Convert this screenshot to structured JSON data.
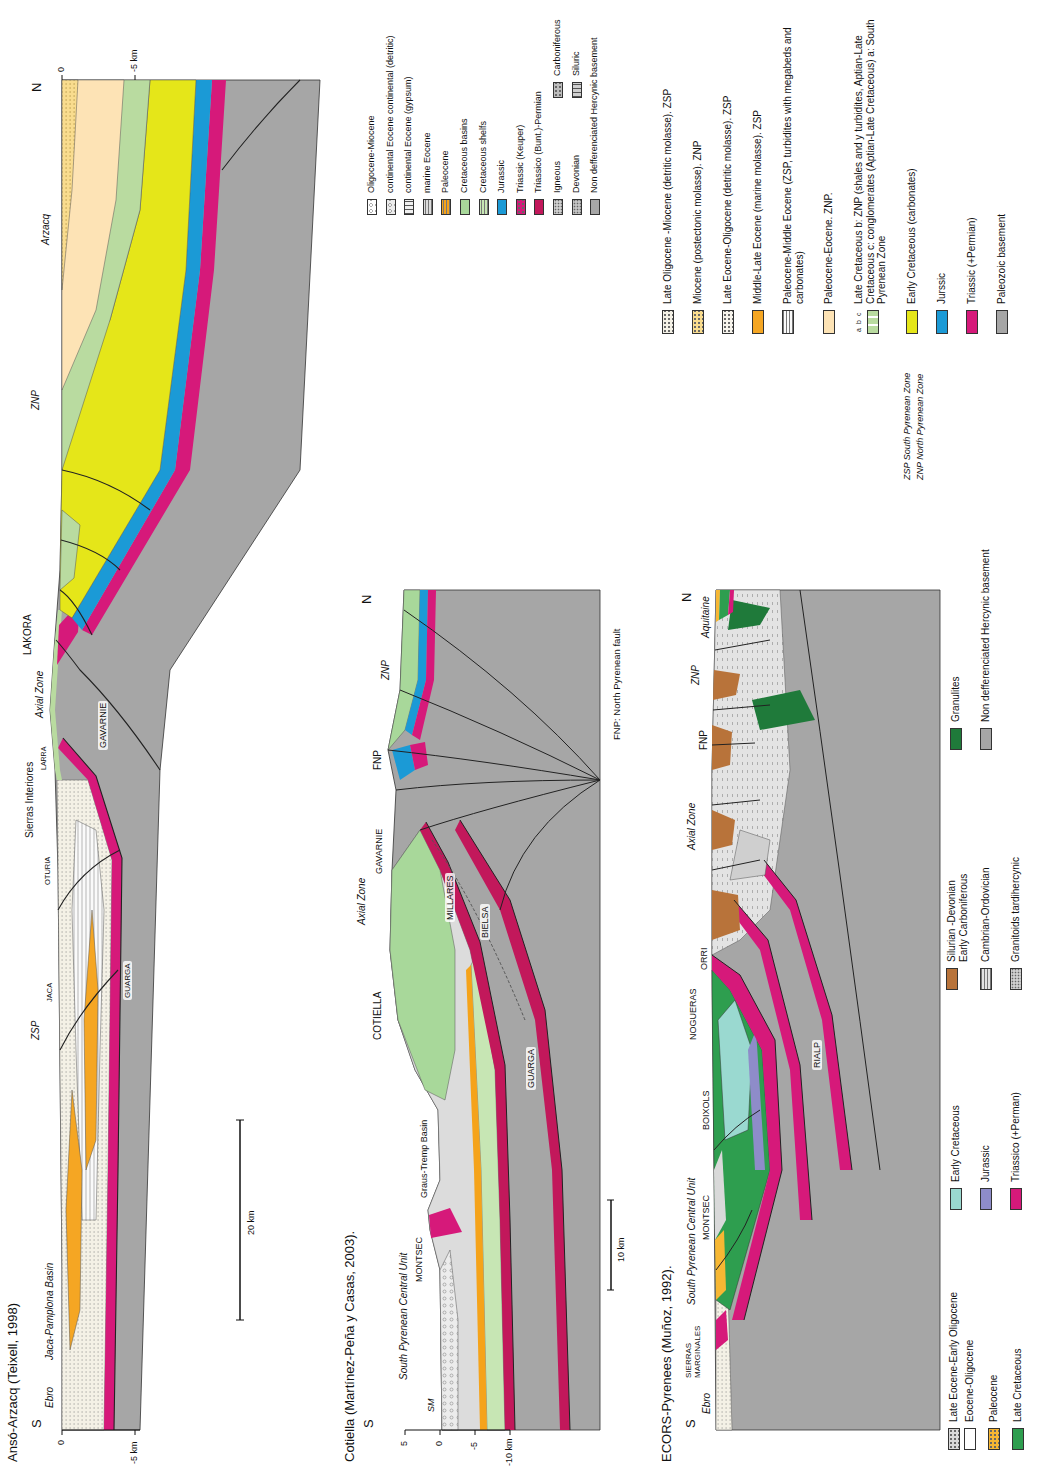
{
  "diagram": {
    "labels": [
      "Ansó-Arzacq (Teixell, 1998)",
      "S",
      "N",
      "Ebro",
      "Jaca-Pamplona Basin",
      "ZSP",
      "JACA",
      "GUARGA",
      "OTURIA",
      "Sierras Interiores",
      "LARRA",
      "Axial Zone",
      "LAKORA",
      "GAVARNIE",
      "ZNP",
      "Arzacq",
      "0",
      "-5 km",
      "0",
      "-5 km",
      "20 km",
      "Cotiella (Martínez-Peña y Casas, 2003).",
      "S",
      "5",
      "0",
      "-5",
      "-10 km",
      "SM",
      "South Pyrenean Central Unit",
      "MONTSEC",
      "Graus-Tremp Basin",
      "COTIELLA",
      "Axial Zone",
      "GAVARNIE",
      "MILLARES",
      "BIELSA",
      "GUARGA",
      "FNP",
      "ZNP",
      "N",
      "10 km",
      "FNP: North Pyrenean fault",
      "ECORS-Pyrenees (Muñoz, 1992).",
      "S",
      "Ebro",
      "SIERRAS MARGINALES",
      "South Pyrenean Central Unit",
      "MONTSEC",
      "BOIXOLS",
      "NOGUERAS",
      "ORRI",
      "RIALP",
      "Axial Zone",
      "FNP",
      "ZNP",
      "Aquitaine",
      "N",
      "ZSP South Pyrenean Zone",
      "ZNP North Pyrenean Zone",
      "a",
      "b",
      "c"
    ],
    "legend": [
      {
        "text": "Late Oligocene -Miocene (detritic molasse). ZSP",
        "color": "#f4f1e6"
      },
      {
        "text": "Miocene (postectonic molasse). ZNP",
        "color": "#f9dc8e"
      },
      {
        "text": "Late Eocene-Oligocene (detritic molasse). ZSP",
        "color": "#f7f4ec"
      },
      {
        "text": "Middle-Late Eocene (marine molasse). ZSP",
        "color": "#f5a623"
      },
      {
        "text": "Paleocene-Middle Eocene (ZSP, turbidites with megabeds and carbonates)",
        "color": "#fafafa"
      },
      {
        "text": "Paleocene-Eocene. ZNP.",
        "color": "#fde3b5"
      },
      {
        "text": "Late Cretaceous b: ZNP (shales and y turbidites, Aptian-Late Cretaceous c: conglomerates (Aptian-Late Cretaceous) a: South Pyrenean Zone",
        "color": "#b9dba0"
      },
      {
        "text": "Early Cretaceous (carbonates)",
        "color": "#e5e619"
      },
      {
        "text": "Jurssic",
        "color": "#1b9ad6"
      },
      {
        "text": "Triassic (+Permian)",
        "color": "#d6197a"
      },
      {
        "text": "Paleozoic basement",
        "color": "#a6a6a6"
      },
      {
        "text": "Oligocene-Miocene",
        "color": "#ffffff"
      },
      {
        "text": "continental Eocene continental (detritic)",
        "color": "#ececec"
      },
      {
        "text": "continental Eocene (gypsum)",
        "color": "#f0f0f0"
      },
      {
        "text": "marine Eocene",
        "color": "#dcdcdc"
      },
      {
        "text": "Paleocene",
        "color": "#f5a31a"
      },
      {
        "text": "Cretaceous basins",
        "color": "#a8d89a"
      },
      {
        "text": "Cretaceous shelfs",
        "color": "#c7e6b4"
      },
      {
        "text": "Jurassic",
        "color": "#1b9ad6"
      },
      {
        "text": "Triassic (Keuper)",
        "color": "#d6197a"
      },
      {
        "text": "Triassico (Bunt.)-Permian",
        "color": "#c2185b"
      },
      {
        "text": "Igneous",
        "color": "#cfcfcf"
      },
      {
        "text": "Carboniferous",
        "color": "#bdbdbd"
      },
      {
        "text": "Devonian",
        "color": "#c4c4c4"
      },
      {
        "text": "Siluric",
        "color": "#d0d0d0"
      },
      {
        "text": "Non defferenciated Hercynic basement",
        "color": "#a6a6a6"
      },
      {
        "text": "Late Eocene-Early Oligocene",
        "color": "#d9d9d9"
      },
      {
        "text": "Eocene-Oligocene",
        "color": "#ffffff"
      },
      {
        "text": "Paleocene",
        "color": "#f7b733"
      },
      {
        "text": "Late Cretaceous",
        "color": "#2e9e4f"
      },
      {
        "text": "Early Cretaceous",
        "color": "#9ad9d0"
      },
      {
        "text": "Jurassic",
        "color": "#8e8cc9"
      },
      {
        "text": "Triassico (+Perman)",
        "color": "#d6197a"
      },
      {
        "text": "Silurian -Devonian Early Carboniferous",
        "color": "#b8733a"
      },
      {
        "text": "Cambrian-Ordovician",
        "color": "#e3e3e3"
      },
      {
        "text": "Granitoids tardihercynic",
        "color": "#cfcfcf"
      },
      {
        "text": "Granulites",
        "color": "#1f7a3a"
      },
      {
        "text": "Non defferenciated Hercynic basement",
        "color": "#a6a6a6"
      }
    ]
  }
}
